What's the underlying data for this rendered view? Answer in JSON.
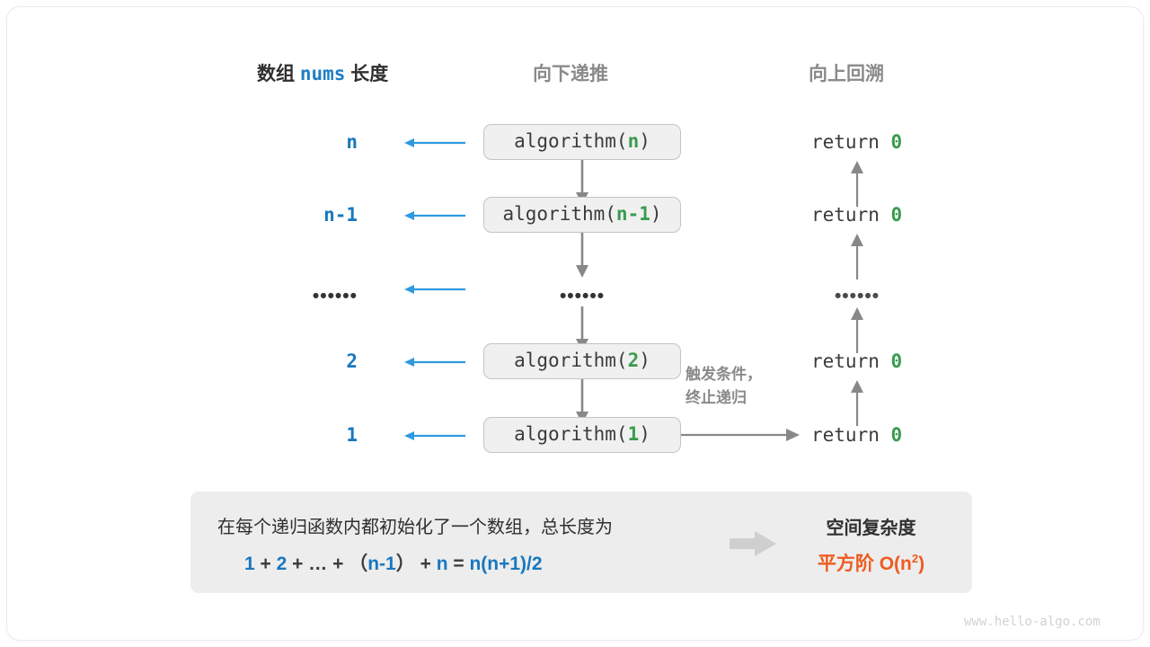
{
  "colors": {
    "blue": "#1878be",
    "arrow_blue": "#2f9ae0",
    "green": "#3a9b4e",
    "grey": "#8a8a8a",
    "orange": "#ef5b20",
    "box_fill": "#f0f0f0",
    "panel_fill": "#ededed"
  },
  "headers": {
    "left_prefix": "数组",
    "left_code": "nums",
    "left_suffix": "长度",
    "middle": "向下递推",
    "right": "向上回溯"
  },
  "rows": [
    {
      "length": "n",
      "call_prefix": "algorithm(",
      "call_arg": "n",
      "call_suffix": ")",
      "ret_text": "return",
      "ret_value": "0"
    },
    {
      "length": "n-1",
      "call_prefix": "algorithm(",
      "call_arg": "n-1",
      "call_suffix": ")",
      "ret_text": "return",
      "ret_value": "0"
    },
    {
      "length": "••••••",
      "call_prefix": "",
      "call_arg": "••••••",
      "call_suffix": "",
      "ret_text": "",
      "ret_value": "••••••"
    },
    {
      "length": "2",
      "call_prefix": "algorithm(",
      "call_arg": "2",
      "call_suffix": ")",
      "ret_text": "return",
      "ret_value": "0"
    },
    {
      "length": "1",
      "call_prefix": "algorithm(",
      "call_arg": "1",
      "call_suffix": ")",
      "ret_text": "return",
      "ret_value": "0"
    }
  ],
  "annotation": {
    "line1": "触发条件，",
    "line2": "终止递归"
  },
  "summary": {
    "description": "在每个递归函数内都初始化了一个数组，总长度为",
    "formula": {
      "t1": "1",
      "op1": "+",
      "t2": "2",
      "op2": "+",
      "ellipsis": "…",
      "op3": "+",
      "paren_open": "（",
      "t3": "n-1",
      "paren_close": "）",
      "op4": "+",
      "t4": "n",
      "eq": "=",
      "result": "n(n+1)/2"
    },
    "title": "空间复杂度",
    "value_label": "平方阶",
    "value_notation": "O(n",
    "value_exponent": "2",
    "value_notation_end": ")"
  },
  "watermark": "www.hello-algo.com"
}
